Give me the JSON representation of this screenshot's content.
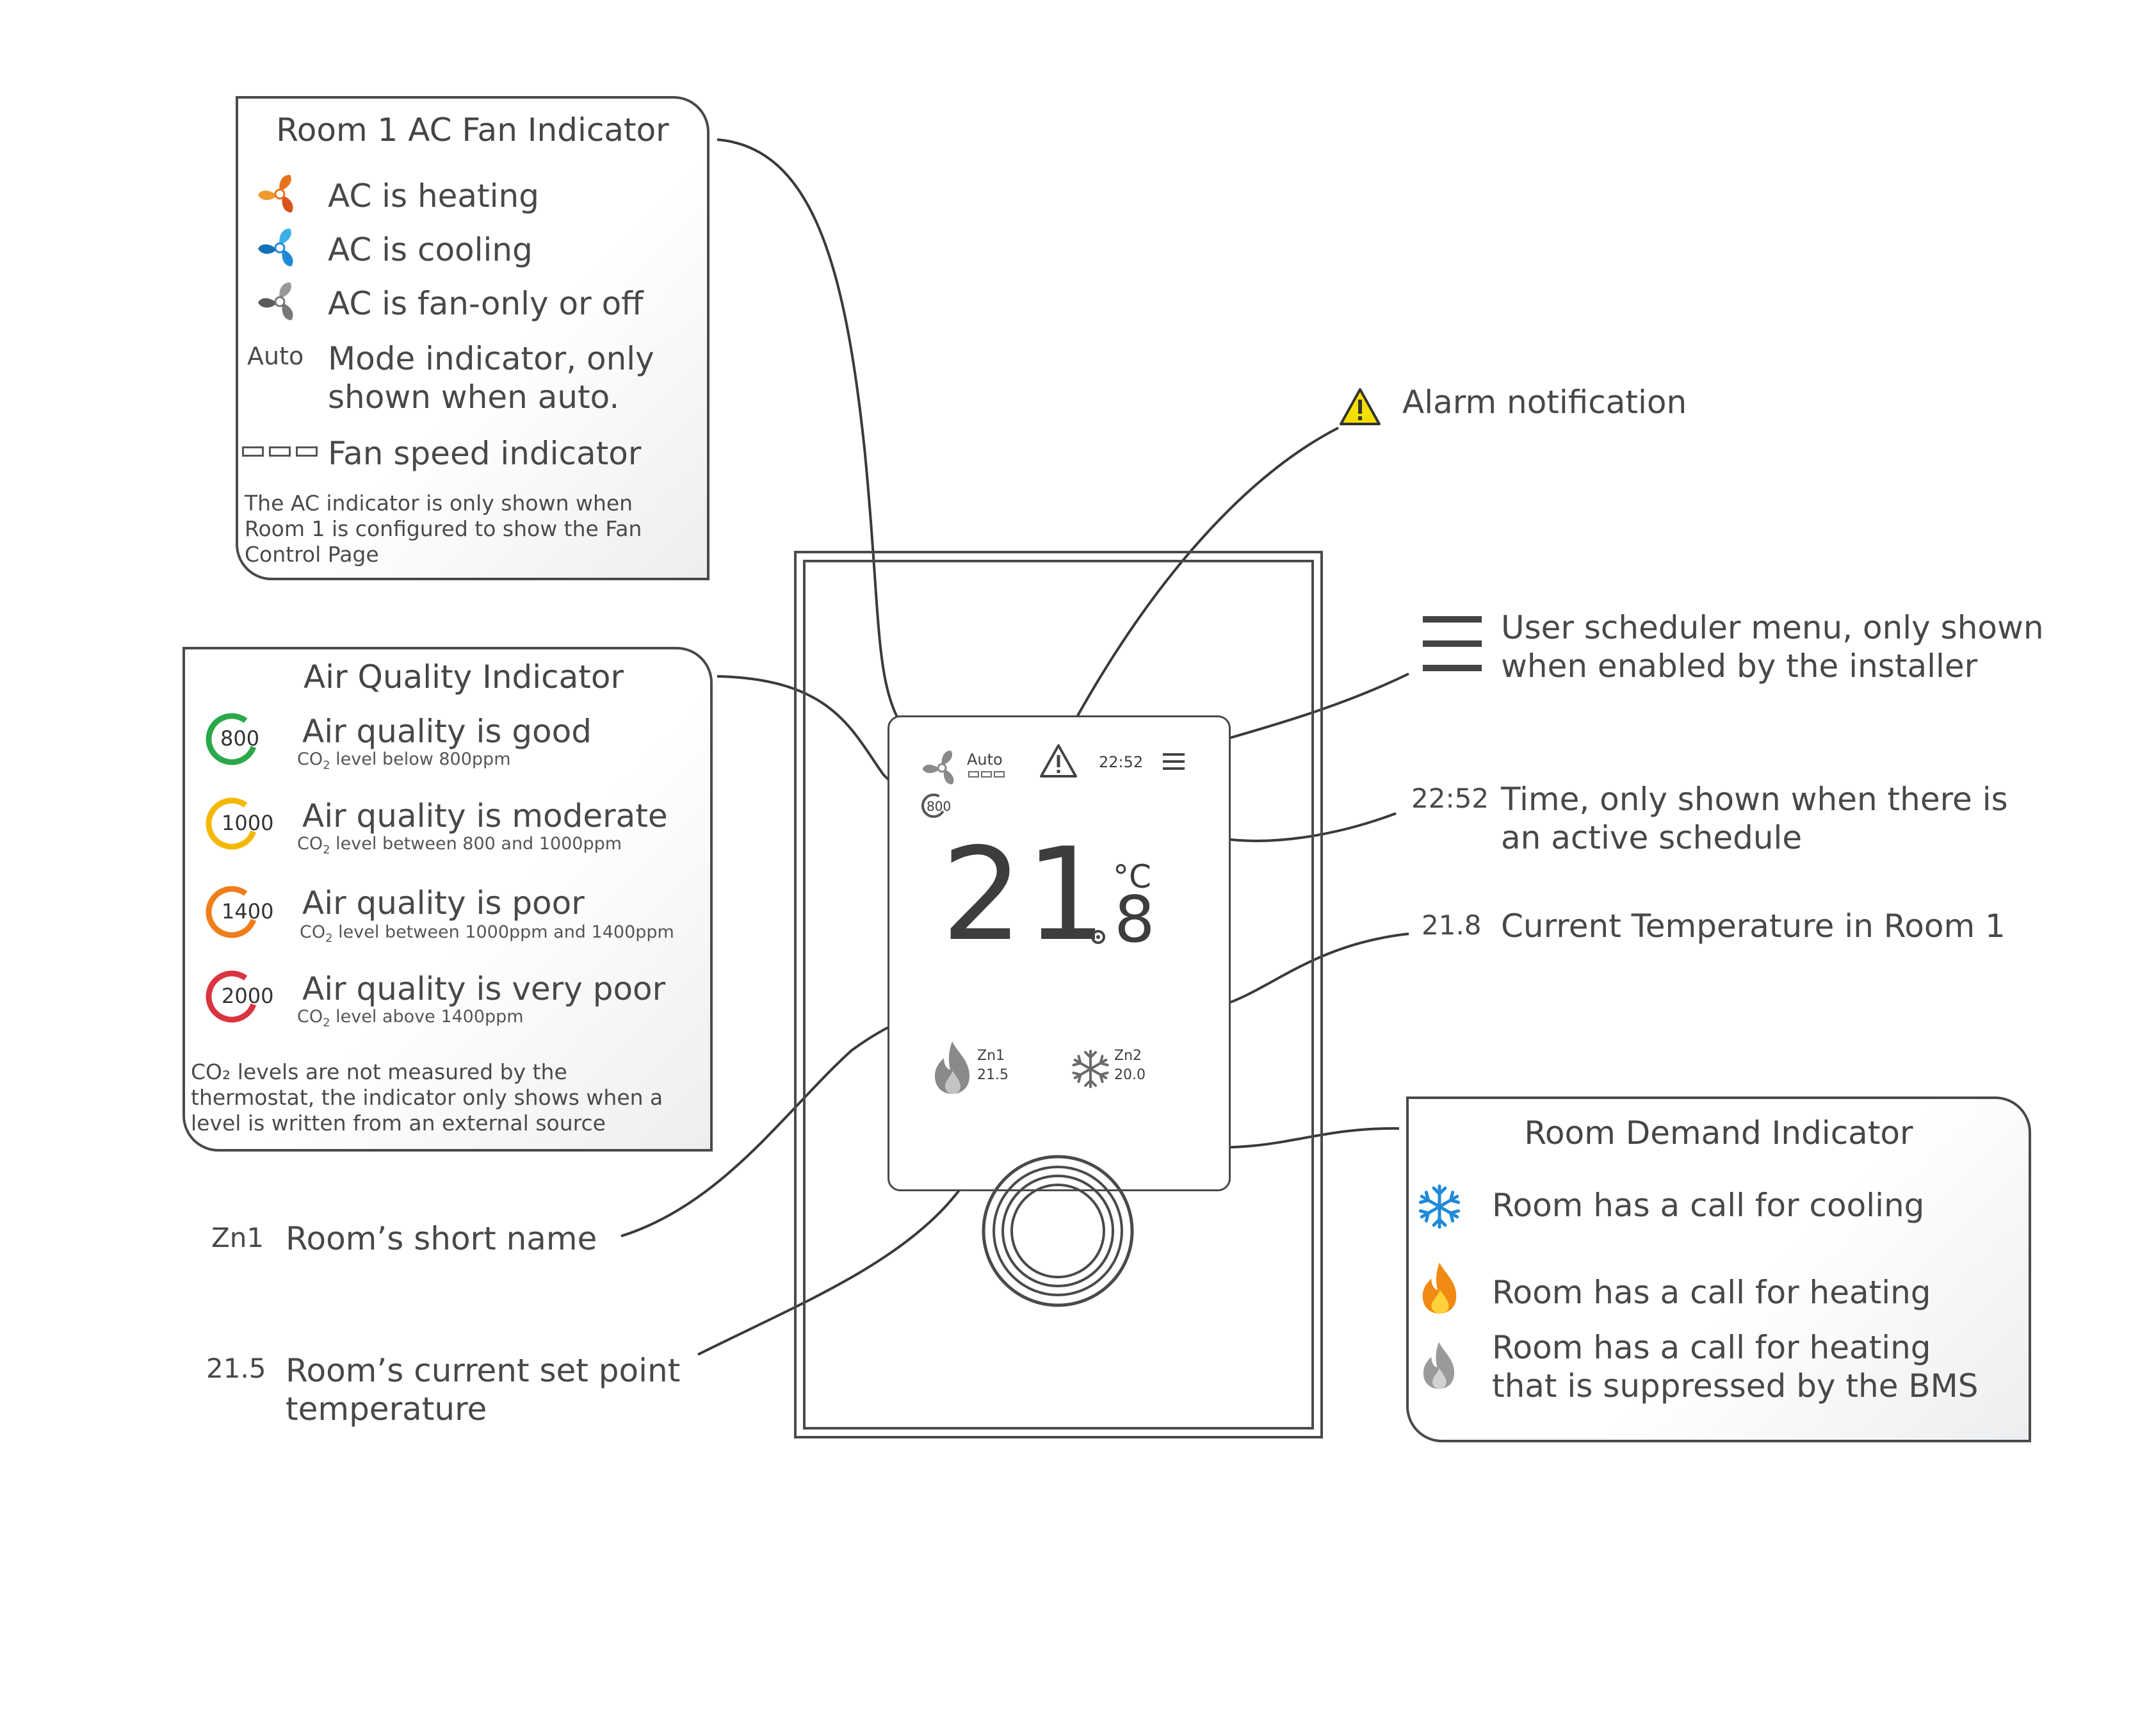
{
  "fan_box": {
    "title": "Room 1 AC Fan Indicator",
    "items": [
      {
        "icon": "fan-heating-icon",
        "label": "AC is heating",
        "color": "#e8731c"
      },
      {
        "icon": "fan-cooling-icon",
        "label": "AC is cooling",
        "color": "#1f8ad8"
      },
      {
        "icon": "fan-off-icon",
        "label": "AC is fan-only or off",
        "color": "#777777"
      }
    ],
    "auto_tag": "Auto",
    "auto_label_1": "Mode indicator, only",
    "auto_label_2": "shown when auto.",
    "speed_label": "Fan speed indicator",
    "note_1": "The AC indicator is only shown when",
    "note_2": "Room 1 is configured to show the Fan",
    "note_3": "Control Page"
  },
  "aq_box": {
    "title": "Air Quality Indicator",
    "items": [
      {
        "value": "800",
        "color": "#2aa84a",
        "label": "Air quality is good",
        "sub": "level below 800ppm"
      },
      {
        "value": "1000",
        "color": "#f5b800",
        "label": "Air quality is moderate",
        "sub": "level between 800 and 1000ppm"
      },
      {
        "value": "1400",
        "color": "#ef7d1a",
        "label": "Air quality is poor",
        "sub": "level between 1000ppm and 1400ppm"
      },
      {
        "value": "2000",
        "color": "#d9343f",
        "label": "Air quality is very poor",
        "sub": "level above 1400ppm"
      }
    ],
    "co2": "CO",
    "co2_sub": "2",
    "note_1": "CO₂ levels are not measured by the",
    "note_2": "thermostat, the indicator only shows when a",
    "note_3": "level is written from an external source"
  },
  "alarm": {
    "label": "Alarm notification"
  },
  "scheduler": {
    "label_1": "User scheduler menu, only shown",
    "label_2": "when enabled by the installer"
  },
  "time": {
    "tag": "22:52",
    "label_1": "Time, only shown when there is",
    "label_2": "an active schedule"
  },
  "temp": {
    "tag": "21.8",
    "label": "Current Temperature in Room 1"
  },
  "short_name": {
    "tag": "Zn1",
    "label": "Room’s short name"
  },
  "setpoint": {
    "tag": "21.5",
    "label_1": "Room’s current set point",
    "label_2": "temperature"
  },
  "demand_box": {
    "title": "Room Demand Indicator",
    "items": [
      {
        "icon": "snowflake-icon",
        "label": "Room has a call for cooling",
        "color": "#1f8ad8"
      },
      {
        "icon": "flame-icon",
        "label": "Room has a call for heating",
        "color": "#f39c12"
      },
      {
        "icon": "flame-grey-icon",
        "label_1": "Room has a call for heating",
        "label_2": "that is suppressed by the BMS",
        "color": "#9a9a9a"
      }
    ]
  },
  "screen": {
    "auto": "Auto",
    "co2_value": "800",
    "time": "22:52",
    "temp_int": "21",
    "temp_dec": "8",
    "unit": "°C",
    "zone1_name": "Zn1",
    "zone1_temp": "21.5",
    "zone2_name": "Zn2",
    "zone2_temp": "20.0"
  },
  "colors": {
    "alarm_fill": "#f4e000",
    "outline": "#4a4a4a"
  }
}
